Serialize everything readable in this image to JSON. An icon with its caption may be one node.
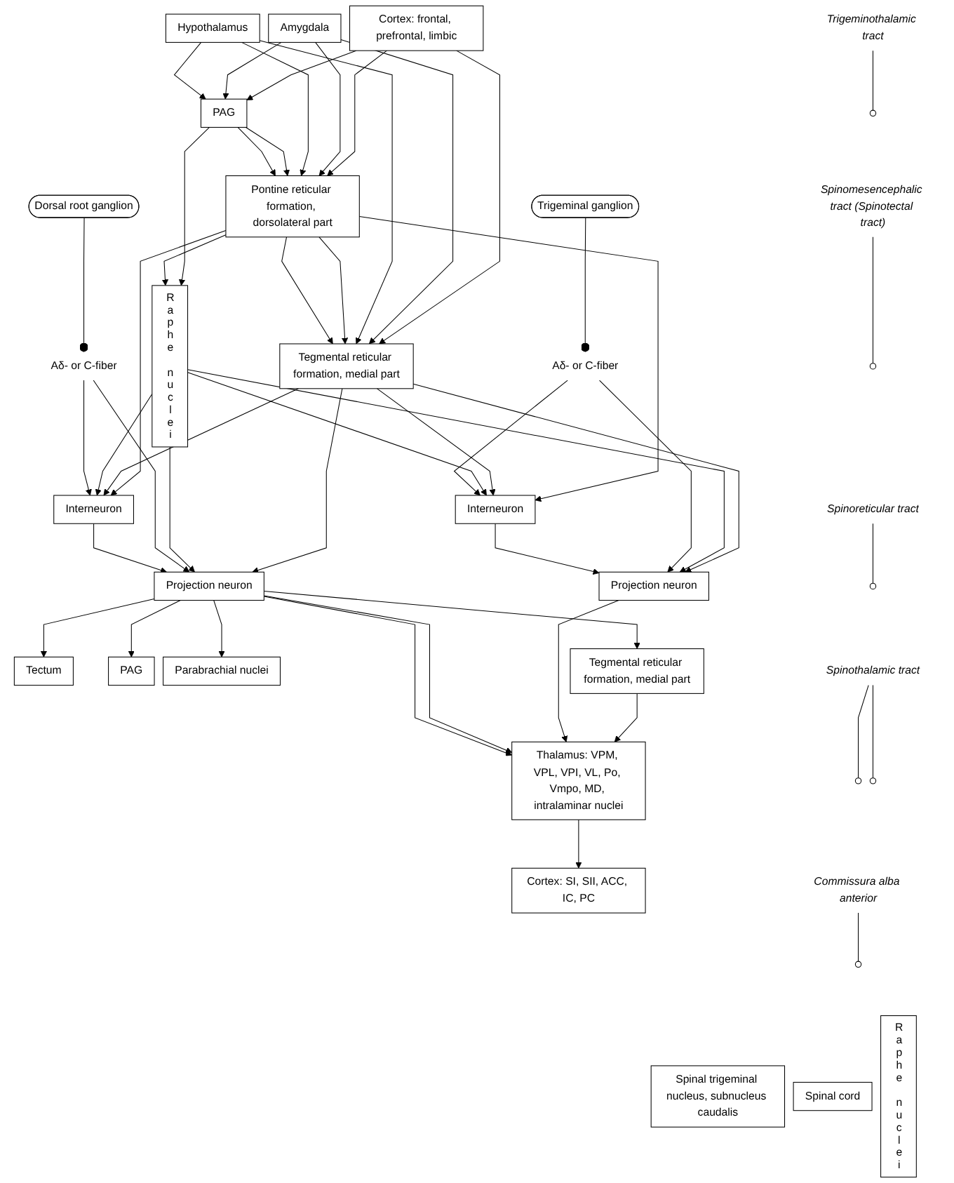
{
  "diagram": {
    "nodes": [
      {
        "text": [
          "Cortex: frontal, prefrontal, limbic"
        ]
      },
      {
        "text": [
          "Amygdala"
        ]
      },
      {
        "text": [
          "Hypothalamus"
        ]
      },
      {
        "text": [
          "PAG"
        ]
      },
      {
        "text": [
          "Pontine reticular formation, dorsolateral part"
        ]
      },
      {
        "text": [
          "Tegmental reticular formation, medial part"
        ]
      },
      {
        "text": [
          "Raphe nuclei"
        ]
      },
      {
        "text": [
          "Cortex: SI, SII, ACC, IC, PC"
        ]
      },
      {
        "text": [
          "Thalamus: VPM, VPL, VPI, VL, Po, Vmpo, MD, intralaminar nuclei"
        ]
      },
      {
        "text": [
          "Tectum"
        ]
      },
      {
        "text": [
          "PAG"
        ]
      },
      {
        "text": [
          "Parabrachial nuclei"
        ]
      },
      {
        "text": [
          "Raphe nuclei"
        ]
      },
      {
        "text": [
          "Tegmental reticular formation, medial part"
        ]
      },
      {
        "text": [
          "Aδ- or C-fiber"
        ]
      },
      {
        "text": [
          "Trigeminal ganglion"
        ]
      },
      {
        "text": [
          "Projection neuron"
        ]
      },
      {
        "text": [
          "Interneuron"
        ]
      },
      {
        "text": [
          "Spinal trigeminal nucleus, subnucleus caudalis"
        ]
      },
      {
        "text": [
          "Aδ- or C-fiber"
        ]
      },
      {
        "text": [
          "Dorsal root ganglion"
        ]
      },
      {
        "text": [
          "Projection neuron"
        ]
      },
      {
        "text": [
          "Interneuron"
        ]
      },
      {
        "text": [
          "Spinal cord"
        ]
      },
      {
        "text": [
          "Trigeminothalamic tract"
        ]
      },
      {
        "text": [],
        "shape": "ellipse"
      },
      {
        "text": [
          "Spinomesencephalic tract (Spinotectal tract)"
        ]
      },
      {
        "text": [],
        "shape": "ellipse"
      },
      {
        "text": [
          "Spinoreticular tract"
        ]
      },
      {
        "text": [],
        "shape": "ellipse"
      },
      {
        "text": [
          "Spinothalamic tract"
        ]
      },
      {
        "text": [],
        "shape": "ellipse"
      },
      {
        "text": [],
        "shape": "ellipse"
      },
      {
        "text": [
          "Commissura alba anterior"
        ]
      },
      {
        "text": [],
        "shape": "ellipse"
      }
    ],
    "edges": [
      {
        "from": 0,
        "to": 3,
        "arrow": "to"
      },
      {
        "from": 0,
        "to": 4,
        "arrow": "to"
      },
      {
        "from": 0,
        "to": 5,
        "arrow": "to"
      },
      {
        "from": 1,
        "to": 3,
        "arrow": "to"
      },
      {
        "from": 1,
        "to": 4,
        "arrow": "to"
      },
      {
        "from": 1,
        "to": 5,
        "arrow": "to"
      },
      {
        "from": 2,
        "to": 3,
        "arrow": "to"
      },
      {
        "from": 2,
        "to": 4,
        "arrow": "to"
      },
      {
        "from": 2,
        "to": 5,
        "arrow": "to"
      },
      {
        "from": 3,
        "to": 4,
        "arrow": "to"
      },
      {
        "from": 3,
        "to": 4,
        "arrow": "to"
      },
      {
        "from": 3,
        "to": 6,
        "arrow": "to"
      },
      {
        "from": 4,
        "to": 5,
        "arrow": "to"
      },
      {
        "from": 4,
        "to": 5,
        "arrow": "to"
      },
      {
        "from": 4,
        "to": 6,
        "arrow": "to"
      },
      {
        "from": 4,
        "to": 17,
        "arrow": "to"
      },
      {
        "from": 4,
        "to": 22,
        "arrow": "to"
      },
      {
        "from": 5,
        "to": 16,
        "arrow": "to"
      },
      {
        "from": 5,
        "to": 17,
        "arrow": "to"
      },
      {
        "from": 5,
        "to": 21,
        "arrow": "to"
      },
      {
        "from": 5,
        "to": 22,
        "arrow": "to"
      },
      {
        "from": 6,
        "to": 16,
        "arrow": "to"
      },
      {
        "from": 6,
        "to": 17,
        "arrow": "to"
      },
      {
        "from": 6,
        "to": 21,
        "arrow": "to"
      },
      {
        "from": 6,
        "to": 22,
        "arrow": "to"
      },
      {
        "from": 14,
        "to": 16,
        "arrow": "to"
      },
      {
        "from": 14,
        "to": 17,
        "arrow": "to"
      },
      {
        "from": 15,
        "to": 14,
        "arrow": "other"
      },
      {
        "from": 17,
        "to": 16,
        "arrow": "to"
      },
      {
        "from": 19,
        "to": 21,
        "arrow": "to"
      },
      {
        "from": 19,
        "to": 22,
        "arrow": "to"
      },
      {
        "from": 20,
        "to": 19,
        "arrow": "other"
      },
      {
        "from": 22,
        "to": 21,
        "arrow": "to"
      },
      {
        "from": 8,
        "to": 7,
        "arrow": "to"
      },
      {
        "from": 13,
        "to": 8,
        "arrow": "to"
      },
      {
        "from": 16,
        "to": 8,
        "arrow": "to"
      },
      {
        "from": 21,
        "to": 11,
        "arrow": "to"
      },
      {
        "from": 21,
        "to": 13,
        "arrow": "to"
      },
      {
        "from": 21,
        "to": 8,
        "arrow": "to"
      },
      {
        "from": 21,
        "to": 8,
        "arrow": "to"
      },
      {
        "from": 21,
        "to": 9,
        "arrow": "to"
      },
      {
        "from": 21,
        "to": 10,
        "arrow": "to"
      },
      {
        "from": 24,
        "to": 25,
        "arrow": "none"
      },
      {
        "from": 26,
        "to": 27,
        "arrow": "none"
      },
      {
        "from": 28,
        "to": 29,
        "arrow": "none"
      },
      {
        "from": 30,
        "to": 31,
        "arrow": "none"
      },
      {
        "from": 30,
        "to": 32,
        "arrow": "none"
      },
      {
        "from": 33,
        "to": 34,
        "arrow": "none"
      }
    ]
  }
}
